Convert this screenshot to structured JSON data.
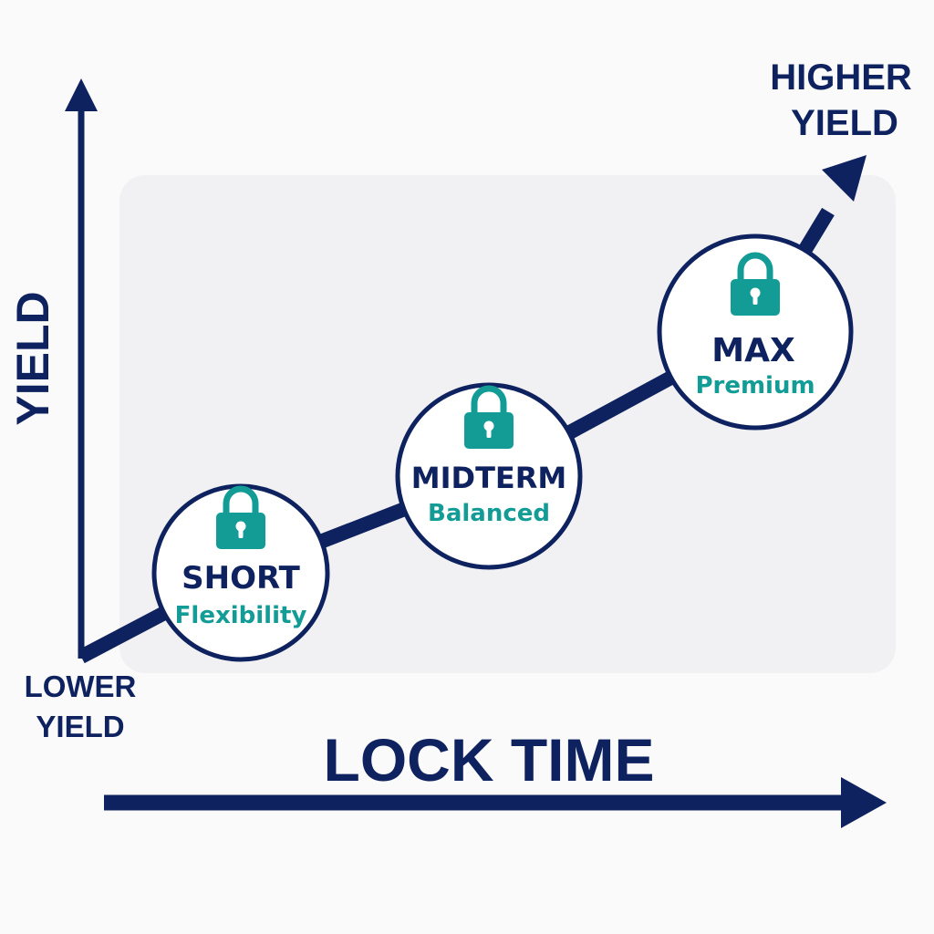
{
  "axes": {
    "y_title": "YIELD",
    "x_title": "LOCK TIME",
    "low_label": [
      "LOWER",
      "YIELD"
    ],
    "high_label": [
      "HIGHER",
      "YIELD"
    ]
  },
  "stages": [
    {
      "title": "SHORT",
      "subtitle": "Flexibility",
      "icon": "lock-icon"
    },
    {
      "title": "MIDTERM",
      "subtitle": "Balanced",
      "icon": "lock-icon"
    },
    {
      "title": "MAX",
      "subtitle": "Premium",
      "icon": "lock-icon"
    }
  ],
  "colors": {
    "navy": "#0f2260",
    "teal": "#139c96",
    "panel": "#f1f1f3",
    "background": "#fafafa"
  }
}
